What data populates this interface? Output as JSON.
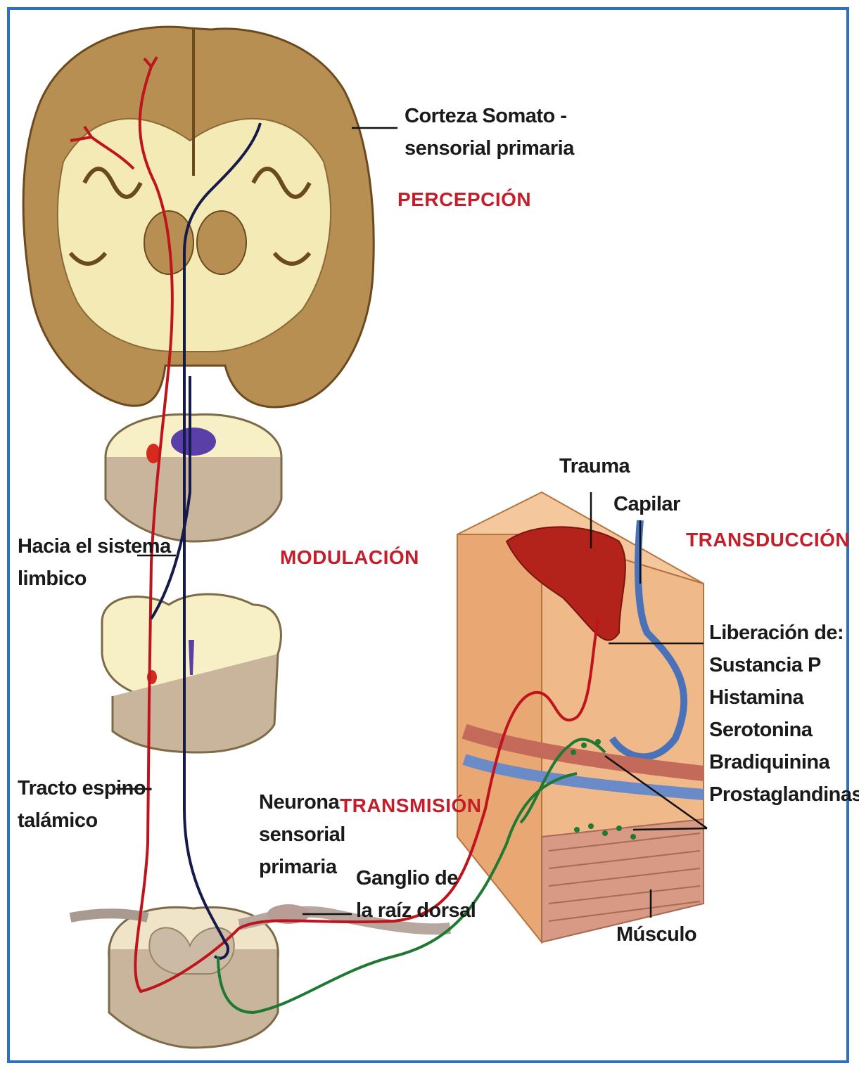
{
  "stages": {
    "percepcion": "PERCEPCIÓN",
    "modulacion": "MODULACIÓN",
    "transmision": "TRANSMISIÓN",
    "transduccion": "TRANSDUCCIÓN"
  },
  "labels": {
    "corteza": [
      "Corteza Somato -",
      "sensorial primaria"
    ],
    "hacia": [
      "Hacia el sistema",
      "limbico"
    ],
    "tracto": [
      "Tracto espino-",
      "talámico"
    ],
    "neurona": [
      "Neurona",
      "sensorial",
      "primaria"
    ],
    "ganglio": [
      "Ganglio de",
      "la raíz dorsal"
    ],
    "trauma": "Trauma",
    "capilar": "Capilar",
    "liberacion": [
      "Liberación de:",
      "Sustancia P",
      "Histamina",
      "Serotonina",
      "Bradiquinina",
      "Prostaglandinas"
    ],
    "musculo": "Músculo"
  },
  "colors": {
    "frame": "#2f6fc2",
    "stage_text": "#c41e2b",
    "pain_pathway": "#c0141c",
    "second_pathway": "#151a4a",
    "afferent_fiber": "#1e7a32"
  }
}
